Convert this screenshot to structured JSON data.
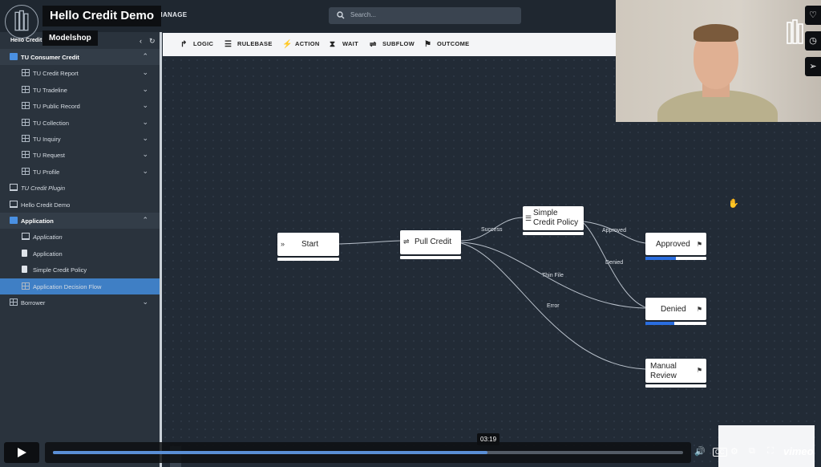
{
  "app": {
    "title": "Hello Credit Demo",
    "subtitle": "Modelshop",
    "top_menu": "MANAGE",
    "search_placeholder": "Search..."
  },
  "sidebar": {
    "header": "Hello Credit",
    "items": [
      {
        "label": "TU Consumer Credit",
        "icon": "folder-icon",
        "level": 0,
        "bold": true,
        "expanded": true
      },
      {
        "label": "TU Credit Report",
        "icon": "table-icon",
        "level": 1,
        "expandable": true
      },
      {
        "label": "TU Tradeline",
        "icon": "table-icon",
        "level": 1,
        "expandable": true
      },
      {
        "label": "TU Public Record",
        "icon": "table-icon",
        "level": 1,
        "expandable": true
      },
      {
        "label": "TU Collection",
        "icon": "table-icon",
        "level": 1,
        "expandable": true
      },
      {
        "label": "TU Inquiry",
        "icon": "table-icon",
        "level": 1,
        "expandable": true
      },
      {
        "label": "TU Request",
        "icon": "table-icon",
        "level": 1,
        "expandable": true
      },
      {
        "label": "TU Profile",
        "icon": "table-icon",
        "level": 1,
        "expandable": true
      },
      {
        "label": "TU Credit Plugin",
        "icon": "monitor-icon",
        "level": 0,
        "italic": true
      },
      {
        "label": "Hello Credit Demo",
        "icon": "monitor-icon",
        "level": 0
      },
      {
        "label": "Application",
        "icon": "folder-icon",
        "level": 0,
        "bold": true,
        "expanded": true
      },
      {
        "label": "Application",
        "icon": "monitor-icon",
        "level": 1,
        "italic": true
      },
      {
        "label": "Application",
        "icon": "database-icon",
        "level": 1
      },
      {
        "label": "Simple Credit Policy",
        "icon": "document-icon",
        "level": 1
      },
      {
        "label": "Application Decision Flow",
        "icon": "flow-icon",
        "level": 1,
        "active": true
      },
      {
        "label": "Borrower",
        "icon": "table-icon",
        "level": 0,
        "expandable": true
      }
    ]
  },
  "toolbar": {
    "tools": [
      "LOGIC",
      "RULEBASE",
      "ACTION",
      "WAIT",
      "SUBFLOW",
      "OUTCOME"
    ]
  },
  "flow": {
    "nodes": {
      "start": "Start",
      "pull_credit": "Pull Credit",
      "simple_credit_policy_line1": "Simple",
      "simple_credit_policy_line2": "Credit Policy",
      "approved": "Approved",
      "denied": "Denied",
      "manual_review_line1": "Manual",
      "manual_review_line2": "Review"
    },
    "edges": {
      "success": "Success",
      "thin_file": "Thin File",
      "error": "Error",
      "approved": "Approved",
      "denied": "Denied"
    },
    "outcome_progress": {
      "approved": 0.5,
      "denied": 0.47
    }
  },
  "player": {
    "time": "03:19",
    "progress": 0.69,
    "brand": "vimeo"
  }
}
